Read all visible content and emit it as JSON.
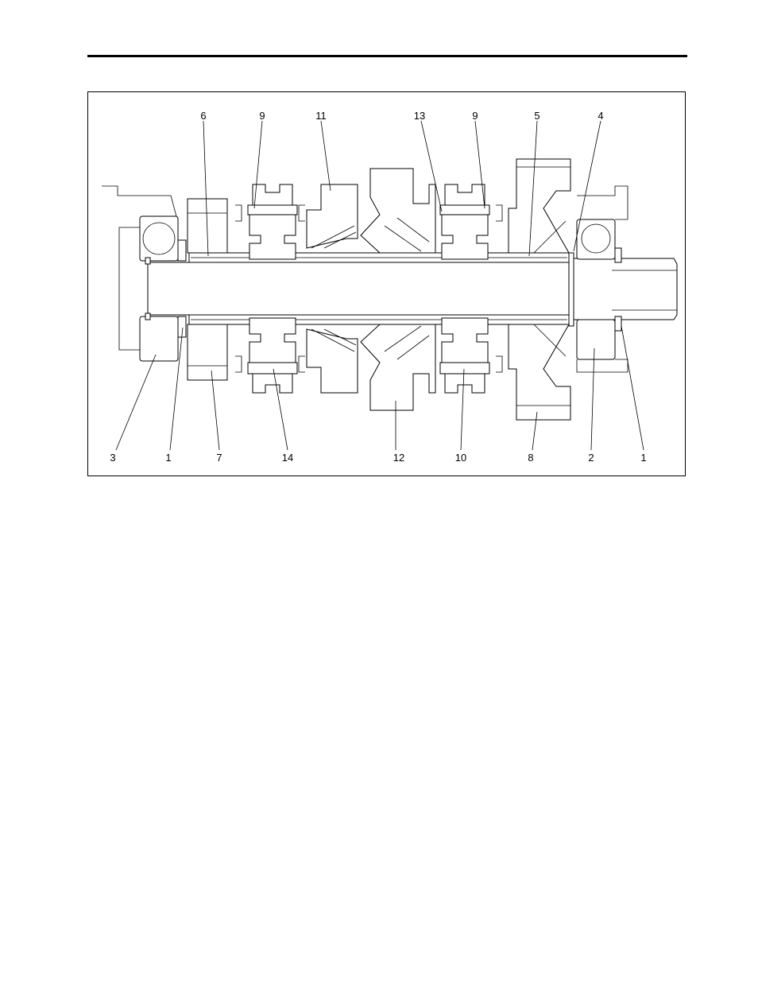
{
  "diagram": {
    "top_labels": [
      "6",
      "9",
      "11",
      "13",
      "9",
      "5",
      "4"
    ],
    "bottom_labels": [
      "3",
      "1",
      "7",
      "14",
      "12",
      "10",
      "8",
      "2",
      "1"
    ]
  }
}
